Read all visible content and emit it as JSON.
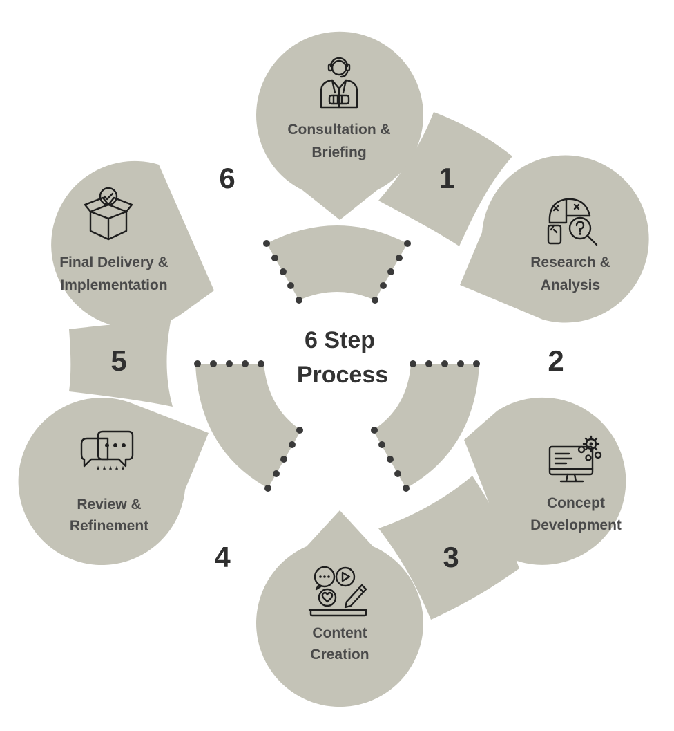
{
  "center": {
    "line1": "6 Step",
    "line2": "Process"
  },
  "colors": {
    "shape": "#c4c3b7",
    "text": "#4a4a4a",
    "number": "#2f2f2f",
    "dot": "#3a3a3a",
    "background": "#ffffff"
  },
  "steps": [
    {
      "number": "1",
      "label_line1": "Consultation &",
      "label_line2": "Briefing",
      "icon": "customer-support-icon"
    },
    {
      "number": "2",
      "label_line1": "Research &",
      "label_line2": "Analysis",
      "icon": "puzzle-magnifier-icon"
    },
    {
      "number": "3",
      "label_line1": "Concept",
      "label_line2": "Development",
      "icon": "monitor-gears-icon"
    },
    {
      "number": "4",
      "label_line1": "Content",
      "label_line2": "Creation",
      "icon": "content-media-icon"
    },
    {
      "number": "5",
      "label_line1": "Review &",
      "label_line2": "Refinement",
      "icon": "chat-rating-icon"
    },
    {
      "number": "6",
      "label_line1": "Final Delivery &",
      "label_line2": "Implementation",
      "icon": "delivery-box-icon"
    }
  ]
}
